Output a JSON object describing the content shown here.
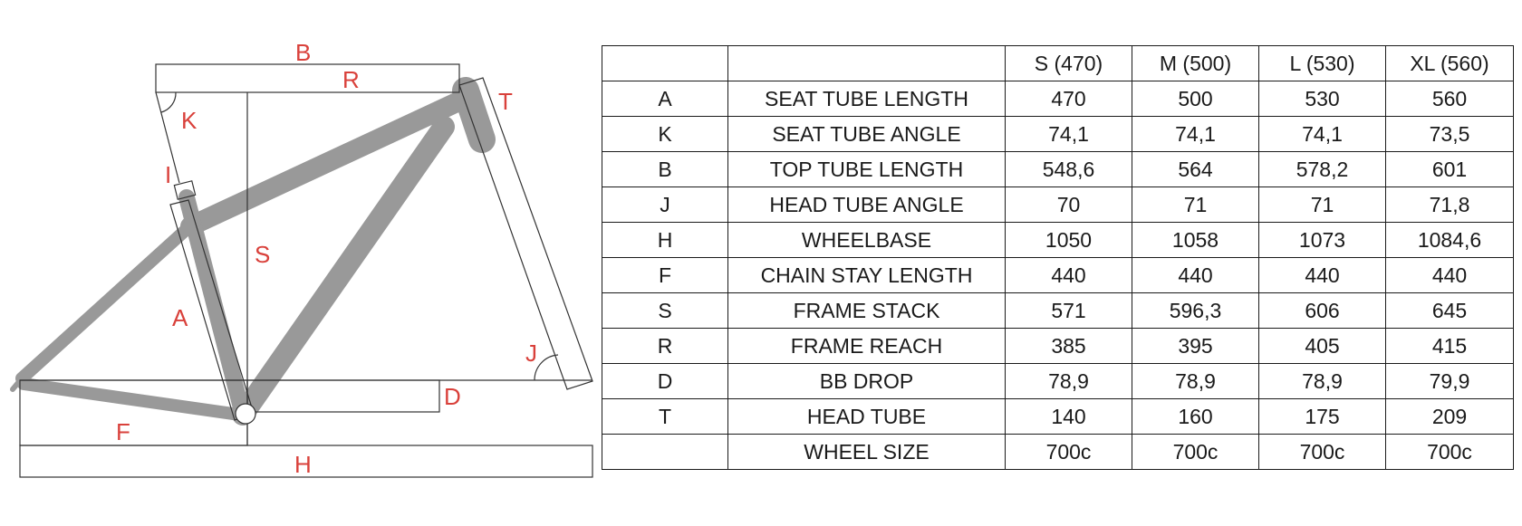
{
  "diagram": {
    "labels": [
      {
        "id": "B",
        "text": "B"
      },
      {
        "id": "R",
        "text": "R"
      },
      {
        "id": "K",
        "text": "K"
      },
      {
        "id": "T",
        "text": "T"
      },
      {
        "id": "I",
        "text": "I"
      },
      {
        "id": "S",
        "text": "S"
      },
      {
        "id": "A",
        "text": "A"
      },
      {
        "id": "J",
        "text": "J"
      },
      {
        "id": "D",
        "text": "D"
      },
      {
        "id": "F",
        "text": "F"
      },
      {
        "id": "H",
        "text": "H"
      }
    ],
    "line_color": "#333333",
    "frame_color": "#999999",
    "label_color": "#d9413b"
  },
  "table": {
    "headers": [
      "",
      "",
      "S (470)",
      "M (500)",
      "L (530)",
      "XL (560)"
    ],
    "rows": [
      [
        "A",
        "SEAT TUBE LENGTH",
        "470",
        "500",
        "530",
        "560"
      ],
      [
        "K",
        "SEAT TUBE ANGLE",
        "74,1",
        "74,1",
        "74,1",
        "73,5"
      ],
      [
        "B",
        "TOP TUBE LENGTH",
        "548,6",
        "564",
        "578,2",
        "601"
      ],
      [
        "J",
        "HEAD TUBE ANGLE",
        "70",
        "71",
        "71",
        "71,8"
      ],
      [
        "H",
        "WHEELBASE",
        "1050",
        "1058",
        "1073",
        "1084,6"
      ],
      [
        "F",
        "CHAIN STAY LENGTH",
        "440",
        "440",
        "440",
        "440"
      ],
      [
        "S",
        "FRAME STACK",
        "571",
        "596,3",
        "606",
        "645"
      ],
      [
        "R",
        "FRAME REACH",
        "385",
        "395",
        "405",
        "415"
      ],
      [
        "D",
        "BB DROP",
        "78,9",
        "78,9",
        "78,9",
        "79,9"
      ],
      [
        "T",
        "HEAD TUBE",
        "140",
        "160",
        "175",
        "209"
      ],
      [
        "",
        "WHEEL SIZE",
        "700c",
        "700c",
        "700c",
        "700c"
      ]
    ]
  }
}
